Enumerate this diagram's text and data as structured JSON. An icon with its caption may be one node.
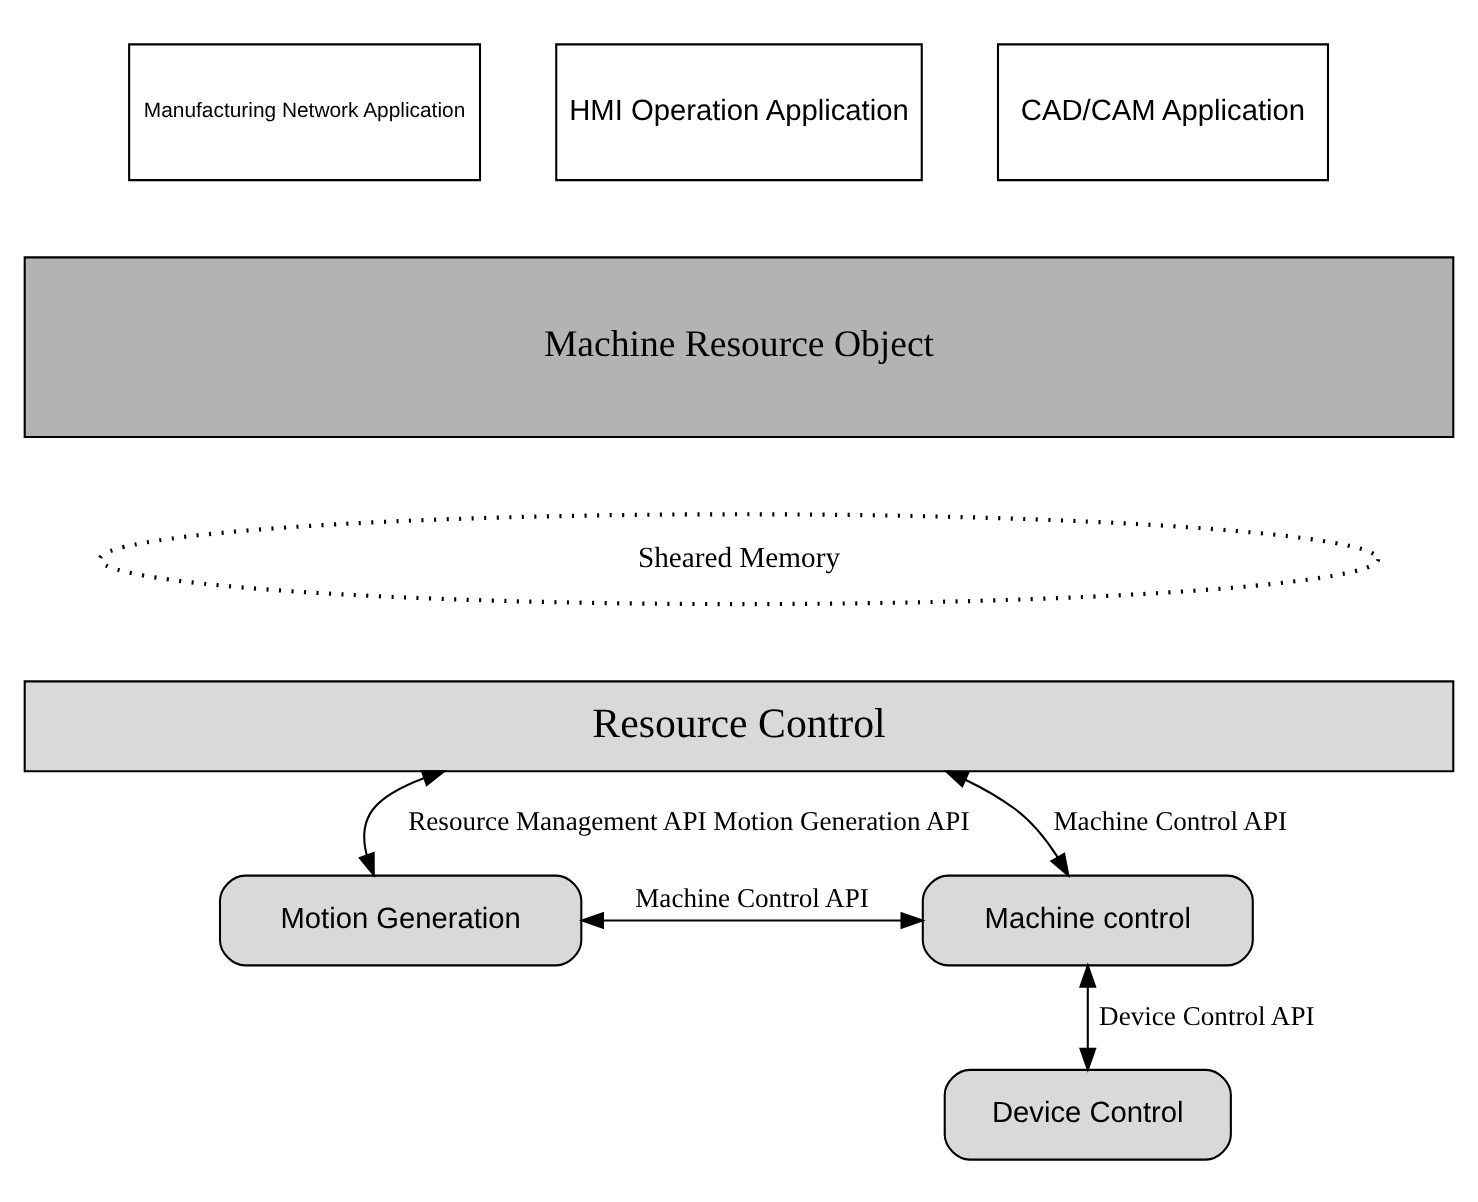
{
  "diagram": {
    "nodes": [
      {
        "text": [
          "Manufacturing Network Application"
        ]
      },
      {
        "text": [
          "HMI Operation Application"
        ]
      },
      {
        "text": [
          "CAD/CAM Application"
        ]
      },
      {
        "text": [
          "Machine Resource Object"
        ]
      },
      {
        "text": [
          "Sheared Memory"
        ]
      },
      {
        "text": [
          "Resource Control"
        ]
      },
      {
        "text": [
          "Motion Generation"
        ]
      },
      {
        "text": [
          "Machine control"
        ]
      },
      {
        "text": [
          "Device Control"
        ]
      }
    ],
    "edges": [
      {
        "from": 5,
        "to": 6,
        "arrow": "both",
        "label": "Resource Management API Motion Generation API"
      },
      {
        "from": 5,
        "to": 7,
        "arrow": "both",
        "label": "Machine Control API"
      },
      {
        "from": 6,
        "to": 7,
        "arrow": "both",
        "label": "Machine Control API"
      },
      {
        "from": 7,
        "to": 8,
        "arrow": "both",
        "label": "Device Control API"
      }
    ]
  }
}
